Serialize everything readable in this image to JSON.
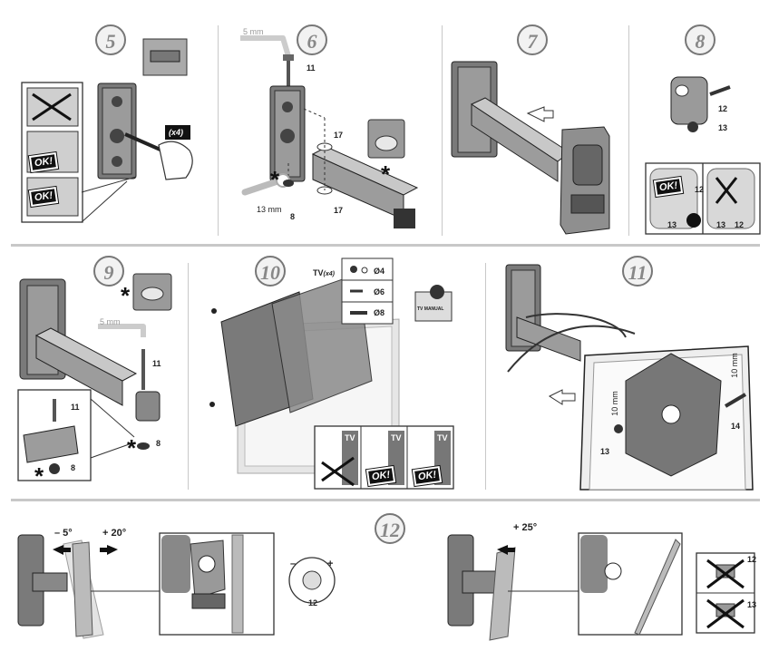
{
  "steps": {
    "s5": "5",
    "s6": "6",
    "s7": "7",
    "s8": "8",
    "s9": "9",
    "s10": "10",
    "s11": "11",
    "s12": "12"
  },
  "step5": {
    "qty": "(x4)",
    "ok1": "OK!",
    "ok2": "OK!"
  },
  "step6": {
    "tool": "5 mm",
    "part11": "11",
    "part17a": "17",
    "part17b": "17",
    "wrench": "13 mm",
    "part8": "8",
    "star": "*"
  },
  "step8": {
    "part12": "12",
    "part13": "13",
    "ok": "OK!",
    "d12a": "12",
    "d13a": "13",
    "d13b": "13",
    "d12b": "12"
  },
  "step9": {
    "star1": "*",
    "tool": "5 mm",
    "part11a": "11",
    "part11b": "11",
    "part8a": "8",
    "part8b": "8",
    "star2": "*",
    "star3": "*"
  },
  "step10": {
    "tv": "TV",
    "tv_qty": "(x4)",
    "d4": "Ø4",
    "d6": "Ø6",
    "d8": "Ø8",
    "manual": "TV MANUAL",
    "tv1": "TV",
    "tv2": "TV",
    "tv3": "TV",
    "ok1": "OK!",
    "ok2": "OK!"
  },
  "step11": {
    "wrench": "10 mm",
    "wrench2": "10 mm",
    "part13": "13",
    "part14": "14"
  },
  "step12": {
    "minus": "– 5°",
    "plus": "+ 20°",
    "plus25": "+ 25°",
    "part12a": "12",
    "part12b": "12",
    "part13": "13",
    "sign_minus": "–",
    "sign_plus": "+"
  }
}
